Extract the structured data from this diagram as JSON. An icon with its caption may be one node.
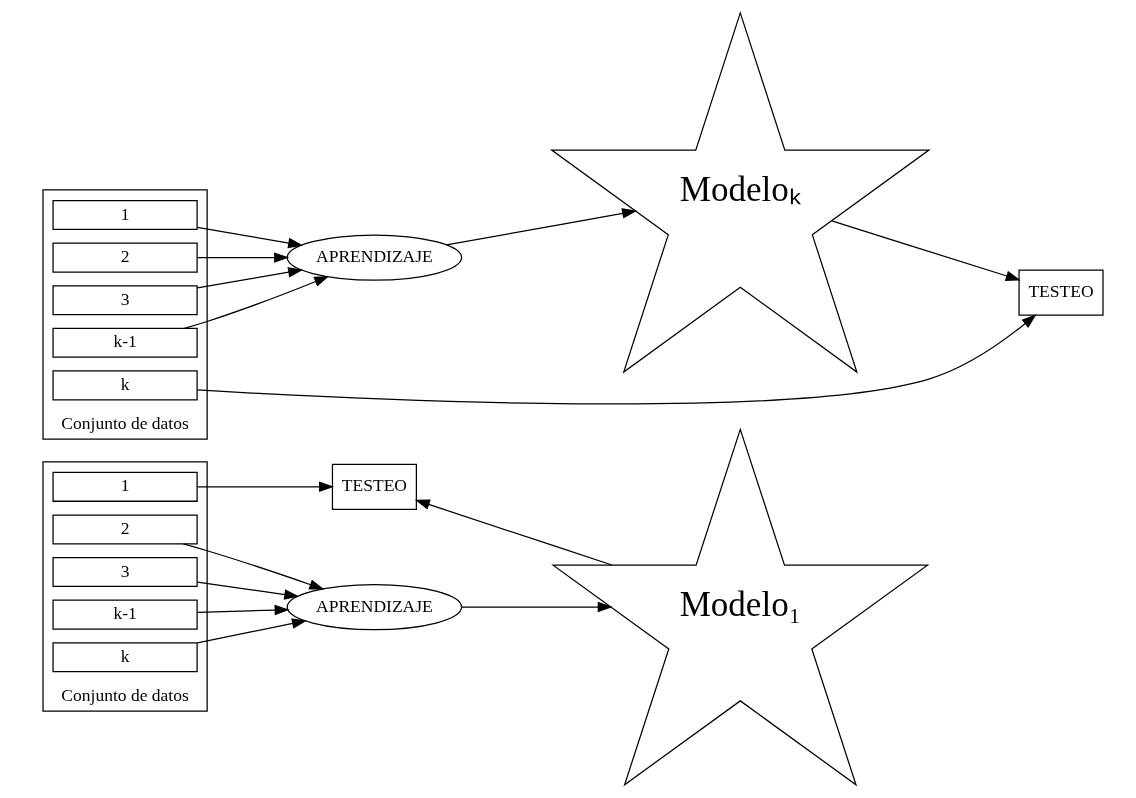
{
  "diagram": {
    "nodes": [
      {
        "text": [
          "Conjunto de datos"
        ]
      },
      {
        "text": [
          "1"
        ],
        "in": 0
      },
      {
        "text": [
          "2"
        ],
        "in": 0
      },
      {
        "text": [
          "3"
        ],
        "in": 0
      },
      {
        "text": [
          "k-1"
        ],
        "in": 0
      },
      {
        "text": [
          "k"
        ],
        "in": 0
      },
      {
        "text": [
          "TESTEO"
        ]
      },
      {
        "text": [
          "APRENDIZAJE"
        ]
      },
      {
        "text": [
          "Modelo₁"
        ]
      },
      {
        "text": [
          "Conjunto de datos"
        ]
      },
      {
        "text": [
          "1"
        ],
        "in": 9
      },
      {
        "text": [
          "2"
        ],
        "in": 9
      },
      {
        "text": [
          "3"
        ],
        "in": 9
      },
      {
        "text": [
          "k-1"
        ],
        "in": 9
      },
      {
        "text": [
          "k"
        ],
        "in": 9
      },
      {
        "text": [
          "APRENDIZAJE"
        ]
      },
      {
        "text": [
          "Modeloₖ"
        ]
      },
      {
        "text": [
          "TESTEO"
        ]
      }
    ],
    "edges": [
      {
        "from": 1,
        "to": 6,
        "arrow": "to"
      },
      {
        "from": 2,
        "to": 7,
        "arrow": "to"
      },
      {
        "from": 3,
        "to": 7,
        "arrow": "to"
      },
      {
        "from": 4,
        "to": 7,
        "arrow": "to"
      },
      {
        "from": 5,
        "to": 7,
        "arrow": "to"
      },
      {
        "from": 7,
        "to": 8,
        "arrow": "to"
      },
      {
        "from": 8,
        "to": 6,
        "arrow": "to"
      },
      {
        "from": 10,
        "to": 15,
        "arrow": "to"
      },
      {
        "from": 11,
        "to": 15,
        "arrow": "to"
      },
      {
        "from": 12,
        "to": 15,
        "arrow": "to"
      },
      {
        "from": 13,
        "to": 15,
        "arrow": "to"
      },
      {
        "from": 14,
        "to": 17,
        "arrow": "to"
      },
      {
        "from": 15,
        "to": 16,
        "arrow": "to"
      },
      {
        "from": 16,
        "to": 17,
        "arrow": "to"
      }
    ]
  }
}
